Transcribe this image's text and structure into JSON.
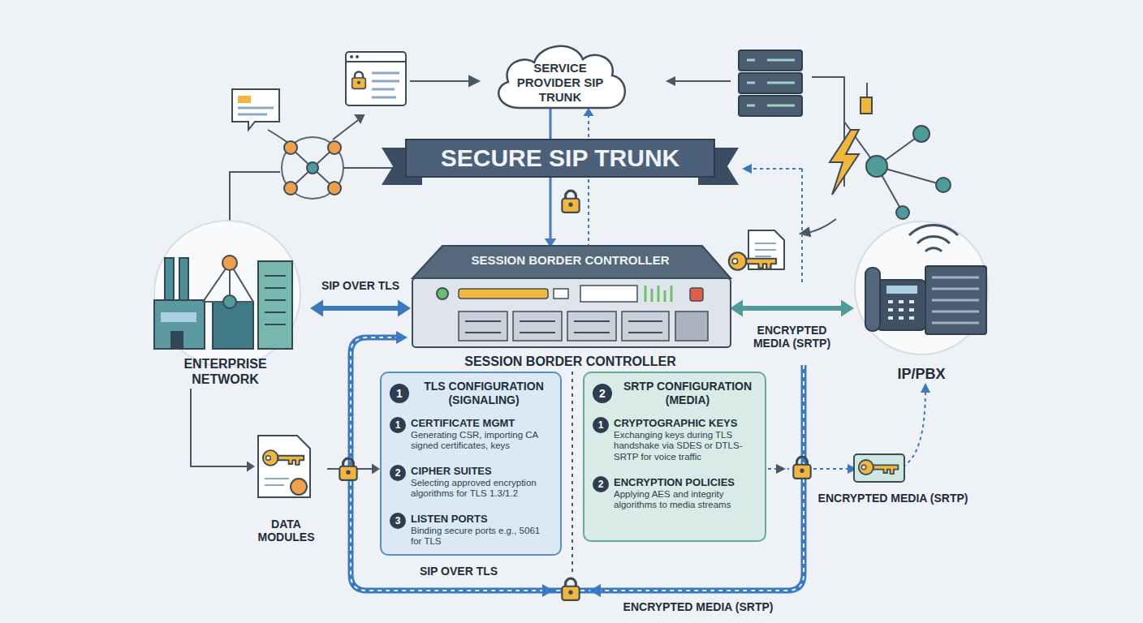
{
  "diagram": {
    "title": "SECURE SIP TRUNK",
    "nodes": [
      {
        "text": [
          "SERVICE PROVIDER SIP TRUNK"
        ]
      },
      {
        "text": [
          "SESSION BORDER CONTROLLER",
          "SESSION BORDER CONTROLLER"
        ]
      },
      {
        "text": [
          "ENTERPRISE NETWORK"
        ]
      },
      {
        "text": [
          "IP/PBX"
        ]
      },
      {
        "text": [
          "DATA MODULES"
        ]
      },
      {
        "text": [
          "1",
          "TLS CONFIGURATION (SIGNALING)"
        ]
      },
      {
        "text": [
          "1",
          "CERTIFICATE MGMT",
          "Generating CSR, importing CA signed certificates, keys"
        ],
        "in": 5
      },
      {
        "text": [
          "2",
          "CIPHER SUITES",
          "Selecting approved encryption algorithms for TLS 1.3/1.2"
        ],
        "in": 5
      },
      {
        "text": [
          "3",
          "LISTEN PORTS",
          "Binding secure ports e.g., 5061 for TLS"
        ],
        "in": 5
      },
      {
        "text": [
          "2",
          "SRTP CONFIGURATION (MEDIA)"
        ]
      },
      {
        "text": [
          "1",
          "CRYPTOGRAPHIC KEYS",
          "Exchanging keys during TLS handshake via SDES or DTLS-SRTP for voice traffic"
        ],
        "in": 9
      },
      {
        "text": [
          "2",
          "ENCRYPTION POLICIES",
          "Applying AES and integrity algorithms to media streams"
        ],
        "in": 9
      }
    ],
    "edges": [
      {
        "from": 0,
        "to": 1,
        "arrow": "to"
      },
      {
        "from": 1,
        "to": 0,
        "arrow": "to"
      },
      {
        "from": 2,
        "to": 1,
        "label": "SIP OVER TLS",
        "arrow": "both"
      },
      {
        "from": 1,
        "to": 3,
        "label": "ENCRYPTED MEDIA (SRTP)",
        "arrow": "both"
      },
      {
        "from": 2,
        "to": 4,
        "arrow": "to"
      },
      {
        "from": 4,
        "to": 5,
        "arrow": "to"
      },
      {
        "from": 6,
        "to": 7,
        "arrow": "to"
      },
      {
        "from": 7,
        "to": 8,
        "arrow": "to"
      },
      {
        "from": 10,
        "to": 11,
        "arrow": "to"
      }
    ],
    "labels": [
      "SIP OVER TLS",
      "ENCRYPTED MEDIA (SRTP)",
      "ENCRYPTED MEDIA (SRTP)"
    ]
  }
}
